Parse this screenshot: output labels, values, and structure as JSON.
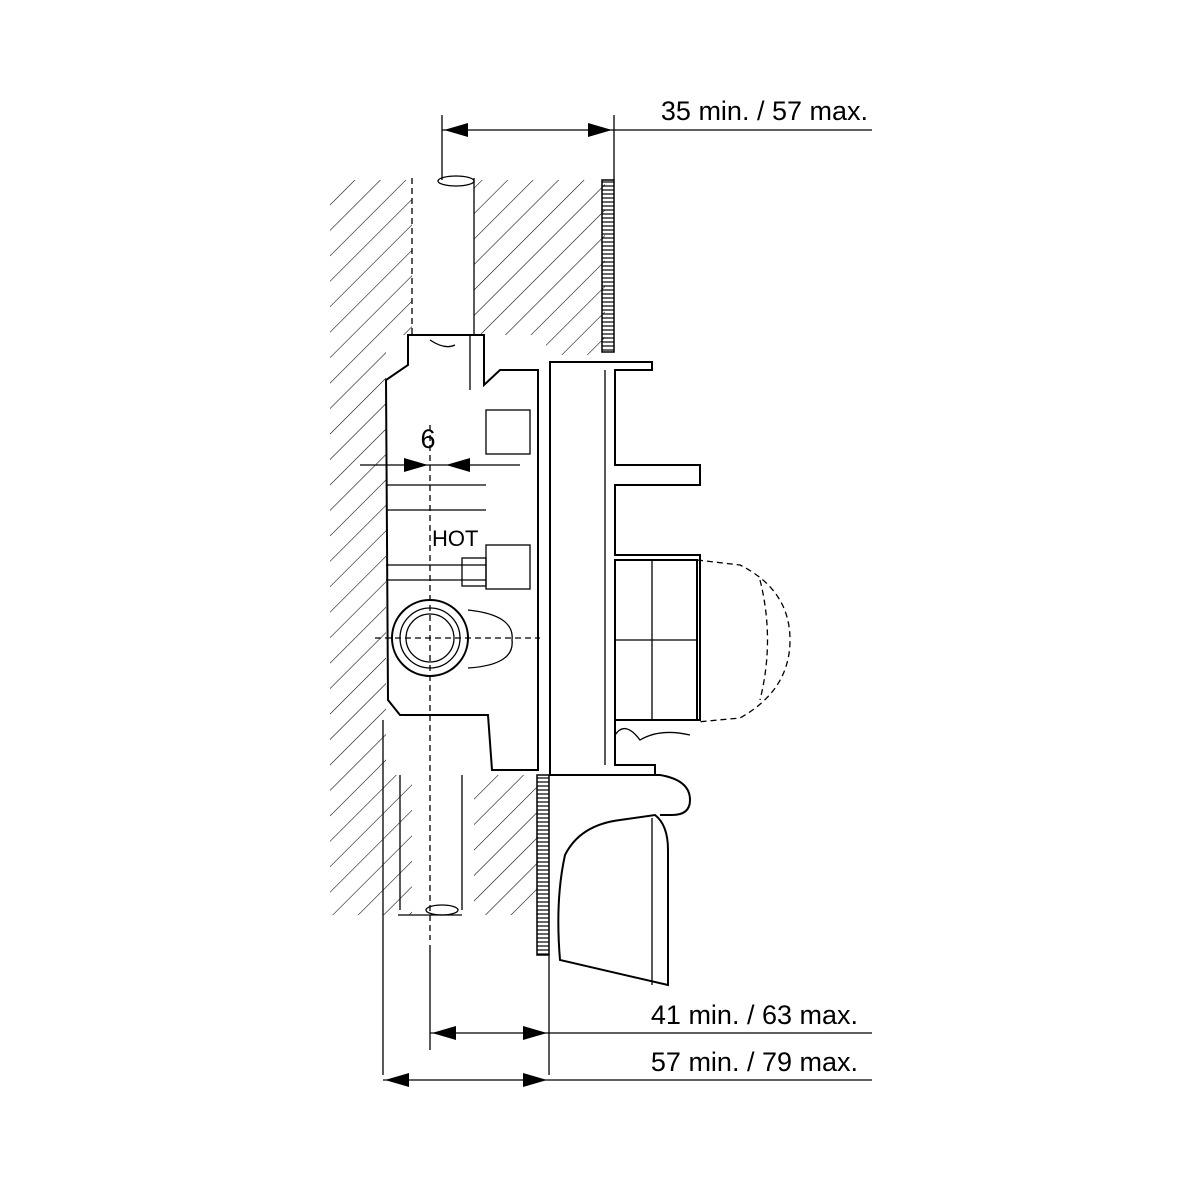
{
  "dimensions": {
    "top": "35 min. / 57 max.",
    "offset": "6",
    "hot_label": "HOT",
    "bottom_inner": "41 min. / 63 max.",
    "bottom_outer": "57 min. / 79 max."
  },
  "colors": {
    "line": "#000000",
    "background": "#ffffff"
  }
}
